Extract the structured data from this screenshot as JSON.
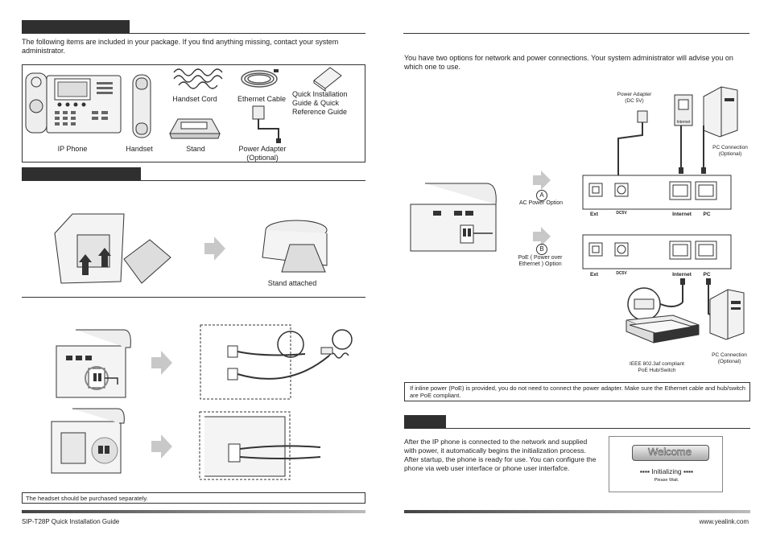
{
  "left": {
    "package_intro": "The following items are included in your package. If you find anything missing, contact your system administrator.",
    "items": {
      "ip_phone": "IP Phone",
      "handset": "Handset",
      "stand": "Stand",
      "handset_cord": "Handset Cord",
      "ethernet_cable": "Ethernet Cable",
      "power_adapter": "Power Adapter\n(Optional)",
      "quick_guide": "Quick Installation\nGuide & Quick\nReference Guide"
    },
    "stand_attached": "Stand attached",
    "headset_note": "The headset should be purchased separately.",
    "footer": "SIP-T28P Quick Installation Guide"
  },
  "right": {
    "intro": "You have two options for network and power connections. Your system administrator will advise you on which one to use.",
    "power_adapter_label": "Power Adapter\n(DC 5V)",
    "pc_connection_top": "PC Connection\n(Optional)",
    "option_a_letter": "A",
    "option_a": "AC Power Option",
    "option_b_letter": "B",
    "option_b": "PoE ( Power over\nEthernet ) Option",
    "ports": {
      "ext": "Ext",
      "dc": "DC5V",
      "internet": "Internet",
      "pc": "PC"
    },
    "internet_jack": "Internet",
    "hub_label": "IEEE 802.3af compliant\nPoE Hub/Switch",
    "pc_connection_bottom": "PC Connection\n(Optional)",
    "poe_note": "If inline power (PoE) is provided, you do not need to connect the power adapter. Make sure the Ethernet cable and hub/switch are PoE compliant.",
    "startup_text": "After the IP phone is connected to the network and supplied with power, it automatically begins the initialization process. After startup, the phone is ready for use. You can configure the phone via web user interface or phone user interfafce.",
    "screen_welcome": "Welcome",
    "screen_initializing": "▪▪▪▪ Initializing ▪▪▪▪",
    "screen_wait": "Please Wait.",
    "footer": "www.yealink.com"
  },
  "colors": {
    "tab": "#2f2f2f",
    "arrow": "#c8c8c8",
    "footer_dark": "#444444"
  }
}
